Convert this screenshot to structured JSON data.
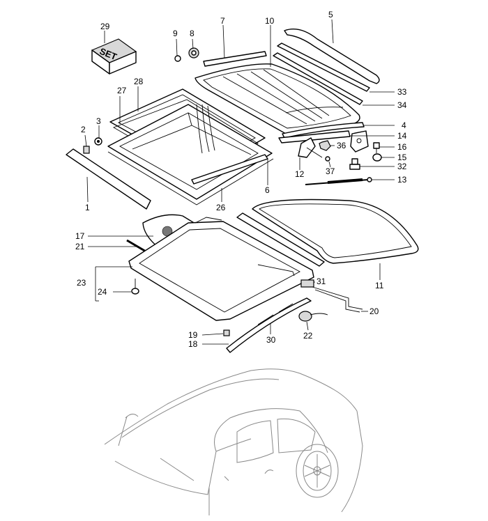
{
  "set_box_label": "SET",
  "callouts": [
    {
      "id": "c29",
      "num": "29"
    },
    {
      "id": "c9",
      "num": "9"
    },
    {
      "id": "c8",
      "num": "8"
    },
    {
      "id": "c7",
      "num": "7"
    },
    {
      "id": "c10",
      "num": "10"
    },
    {
      "id": "c5",
      "num": "5"
    },
    {
      "id": "c27",
      "num": "27"
    },
    {
      "id": "c28",
      "num": "28"
    },
    {
      "id": "c33",
      "num": "33"
    },
    {
      "id": "c34",
      "num": "34"
    },
    {
      "id": "c2",
      "num": "2"
    },
    {
      "id": "c3",
      "num": "3"
    },
    {
      "id": "c4",
      "num": "4"
    },
    {
      "id": "c14",
      "num": "14"
    },
    {
      "id": "c36",
      "num": "36"
    },
    {
      "id": "c16",
      "num": "16"
    },
    {
      "id": "c15",
      "num": "15"
    },
    {
      "id": "c32",
      "num": "32"
    },
    {
      "id": "c12",
      "num": "12"
    },
    {
      "id": "c37",
      "num": "37"
    },
    {
      "id": "c13",
      "num": "13"
    },
    {
      "id": "c6",
      "num": "6"
    },
    {
      "id": "c26",
      "num": "26"
    },
    {
      "id": "c1",
      "num": "1"
    },
    {
      "id": "c17",
      "num": "17"
    },
    {
      "id": "c21",
      "num": "21"
    },
    {
      "id": "c11",
      "num": "11"
    },
    {
      "id": "c23",
      "num": "23"
    },
    {
      "id": "c24",
      "num": "24"
    },
    {
      "id": "c31",
      "num": "31"
    },
    {
      "id": "c20",
      "num": "20"
    },
    {
      "id": "c22",
      "num": "22"
    },
    {
      "id": "c19",
      "num": "19"
    },
    {
      "id": "c18",
      "num": "18"
    },
    {
      "id": "c30",
      "num": "30"
    }
  ]
}
